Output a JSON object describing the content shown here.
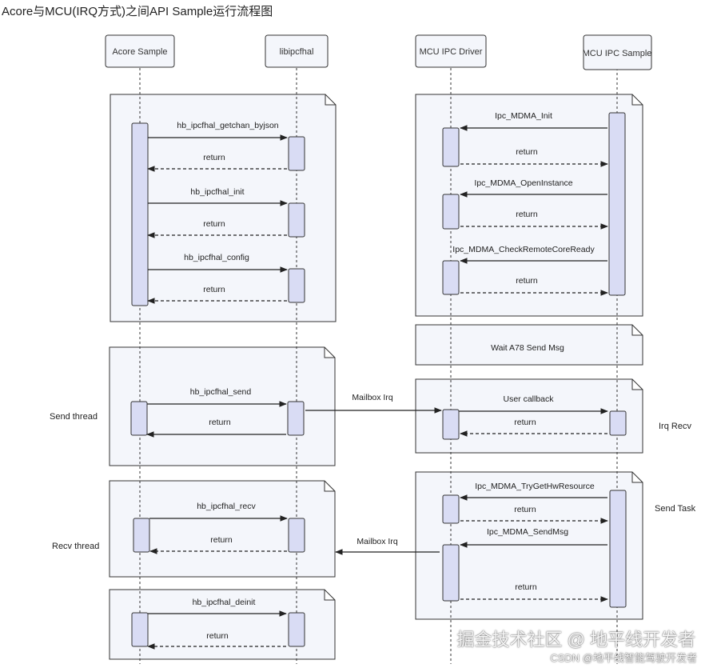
{
  "title": "Acore与MCU(IRQ方式)之间API Sample运行流程图",
  "participants": [
    "Acore Sample",
    "libipcfhal",
    "MCU IPC Driver",
    "MCU IPC Sample"
  ],
  "acore_init": [
    "hb_ipcfhal_getchan_byjson",
    "return",
    "hb_ipcfhal_init",
    "return",
    "hb_ipcfhal_config",
    "return"
  ],
  "mcu_init": [
    "Ipc_MDMA_Init",
    "return",
    "Ipc_MDMA_OpenInstance",
    "return",
    "Ipc_MDMA_CheckRemoteCoreReady",
    "return"
  ],
  "wait_note": "Wait A78 Send Msg",
  "send_thread": {
    "label": "Send thread",
    "call": "hb_ipcfhal_send",
    "ret": "return"
  },
  "irq_link": "Mailbox Irq",
  "irq_recv": {
    "label": "Irq Recv",
    "call": "User callback",
    "ret": "return"
  },
  "recv_thread": {
    "label": "Recv thread",
    "call": "hb_ipcfhal_recv",
    "ret": "return"
  },
  "recv_link": "Mailbox Irq",
  "send_task": {
    "label": "Send Task",
    "items": [
      "Ipc_MDMA_TryGetHwResource",
      "return",
      "Ipc_MDMA_SendMsg",
      "return"
    ]
  },
  "deinit": {
    "call": "hb_ipcfhal_deinit",
    "ret": "return"
  },
  "colors": {
    "fragment_fill": "#f4f6fb",
    "activation_fill": "#d9dcf4",
    "stroke": "#333333"
  },
  "watermark_main": "掘金技术社区 @ 地平线开发者",
  "watermark_sub": "CSDN @地平线智能驾驶开发者"
}
